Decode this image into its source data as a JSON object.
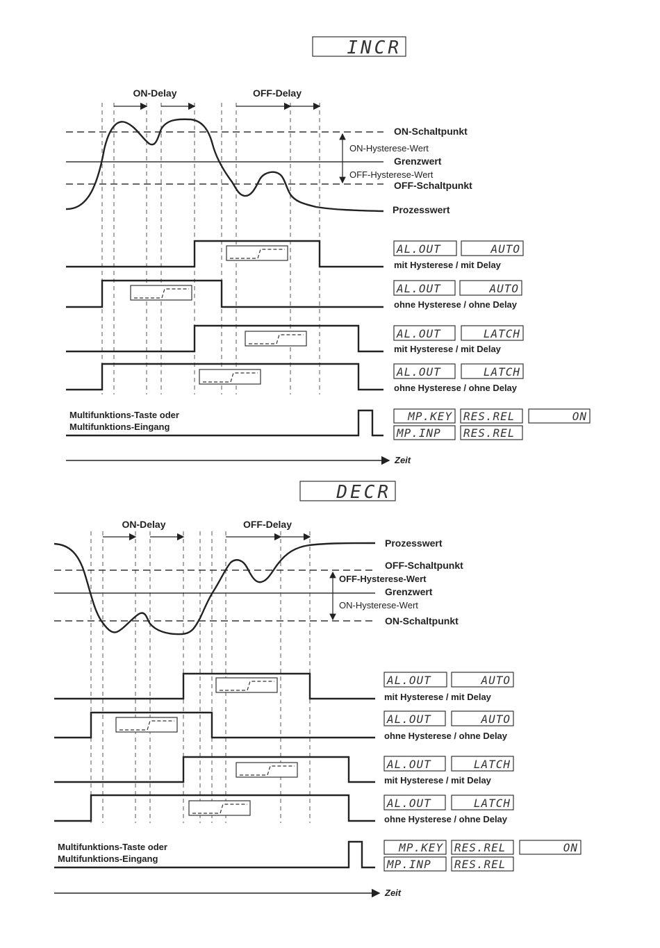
{
  "incr": {
    "mode_display": "INCR",
    "on_delay": "ON-Delay",
    "off_delay": "OFF-Delay",
    "on_schaltpunkt": "ON-Schaltpunkt",
    "on_hysterese": "ON-Hysterese-Wert",
    "grenzwert": "Grenzwert",
    "off_hysterese": "OFF-Hysterese-Wert",
    "off_schaltpunkt": "OFF-Schaltpunkt",
    "prozesswert": "Prozesswert",
    "rows": [
      {
        "disp1": "AL.OUT",
        "disp2": "AUTO",
        "caption": "mit Hysterese / mit Delay"
      },
      {
        "disp1": "AL.OUT",
        "disp2": "AUTO",
        "caption": "ohne Hysterese / ohne Delay"
      },
      {
        "disp1": "AL.OUT",
        "disp2": "LATCH",
        "caption": "mit Hysterese / mit Delay"
      },
      {
        "disp1": "AL.OUT",
        "disp2": "LATCH",
        "caption": "ohne Hysterese / ohne Delay"
      }
    ],
    "multi_label_1": "Multifunktions-Taste oder",
    "multi_label_2": "Multifunktions-Eingang",
    "mpkey": "MP.KEY",
    "resrel": "RES.REL",
    "on": "ON",
    "mpinp": "MP.INP",
    "resrel2": "RES.REL",
    "zeit": "Zeit"
  },
  "decr": {
    "mode_display": "DECR",
    "on_delay": "ON-Delay",
    "off_delay": "OFF-Delay",
    "prozesswert": "Prozesswert",
    "off_schaltpunkt": "OFF-Schaltpunkt",
    "off_hysterese": "OFF-Hysterese-Wert",
    "grenzwert": "Grenzwert",
    "on_hysterese": "ON-Hysterese-Wert",
    "on_schaltpunkt": "ON-Schaltpunkt",
    "rows": [
      {
        "disp1": "AL.OUT",
        "disp2": "AUTO",
        "caption": "mit Hysterese / mit Delay"
      },
      {
        "disp1": "AL.OUT",
        "disp2": "AUTO",
        "caption": "ohne Hysterese / ohne Delay"
      },
      {
        "disp1": "AL.OUT",
        "disp2": "LATCH",
        "caption": "mit Hysterese / mit Delay"
      },
      {
        "disp1": "AL.OUT",
        "disp2": "LATCH",
        "caption": "ohne Hysterese / ohne Delay"
      }
    ],
    "multi_label_1": "Multifunktions-Taste oder",
    "multi_label_2": "Multifunktions-Eingang",
    "mpkey": "MP.KEY",
    "resrel": "RES.REL",
    "on": "ON",
    "mpinp": "MP.INP",
    "resrel2": "RES.REL",
    "zeit": "Zeit"
  }
}
